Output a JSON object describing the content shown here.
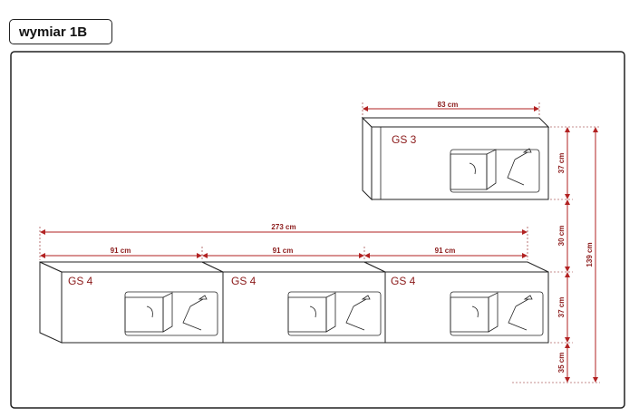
{
  "title": "wymiar 1B",
  "modules": {
    "top": "GS 3",
    "bottom": [
      "GS 4",
      "GS 4",
      "GS 4"
    ]
  },
  "dimensions": {
    "top_width": "83 cm",
    "total_width": "273 cm",
    "unit_widths": [
      "91 cm",
      "91 cm",
      "91 cm"
    ],
    "top_height": "37 cm",
    "gap": "30 cm",
    "bottom_height": "37 cm",
    "floor": "35 cm",
    "total_height": "139 cm"
  },
  "colors": {
    "dimension": "#b22222",
    "outline": "#222222"
  }
}
